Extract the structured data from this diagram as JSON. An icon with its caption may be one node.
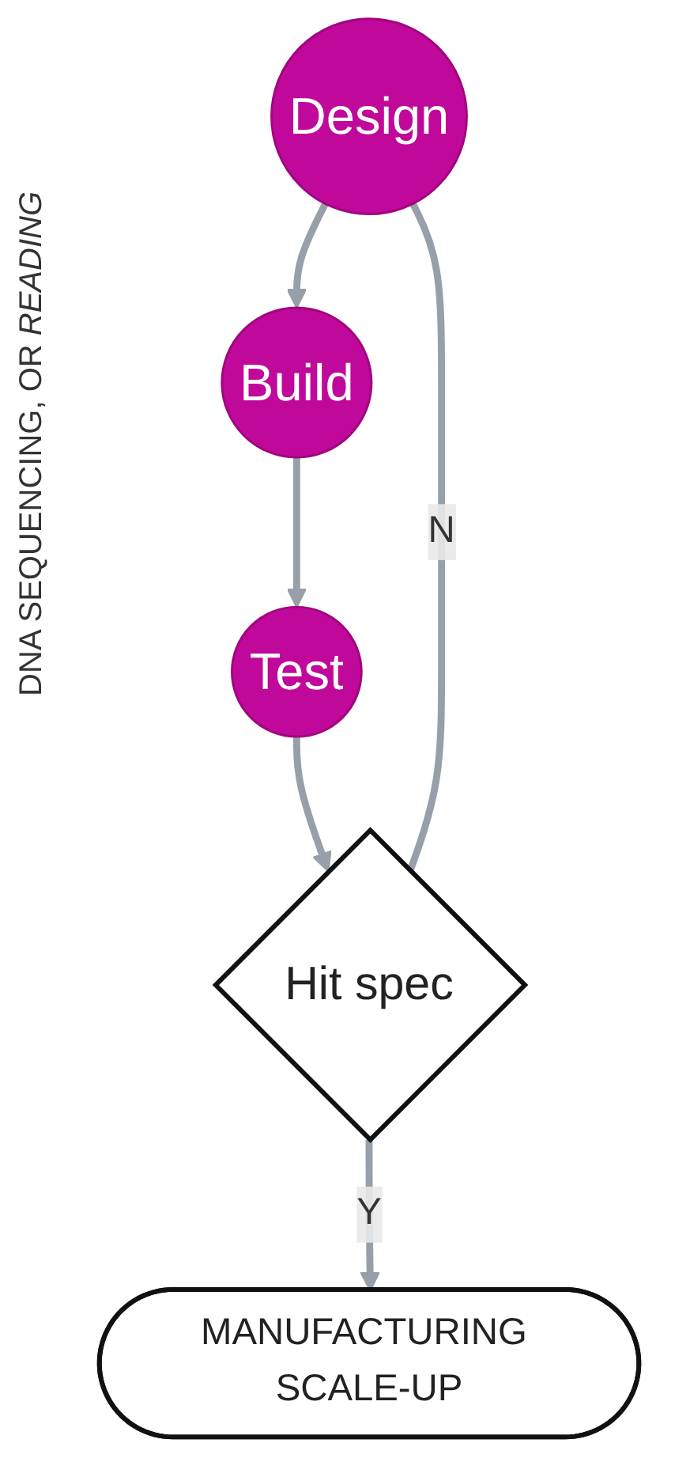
{
  "diagram": {
    "nodes": [
      {
        "text": [
          "Design"
        ]
      },
      {
        "text": [
          "Build"
        ]
      },
      {
        "text": [
          "Test"
        ]
      },
      {
        "text": [
          "Hit spec"
        ]
      },
      {
        "text": [
          "MANUFACTURING SCALE-UP"
        ]
      }
    ],
    "edges": [
      {
        "from": 0,
        "to": 1,
        "arrow": "to"
      },
      {
        "from": 1,
        "to": 2,
        "arrow": "to"
      },
      {
        "from": 2,
        "to": 3,
        "arrow": "to"
      },
      {
        "from": 3,
        "to": 0,
        "arrow": "none",
        "label": "N"
      },
      {
        "from": 3,
        "to": 4,
        "arrow": "to",
        "label": "Y"
      }
    ],
    "labels": [
      "DNA SEQUENCING, OR *READING*"
    ]
  }
}
